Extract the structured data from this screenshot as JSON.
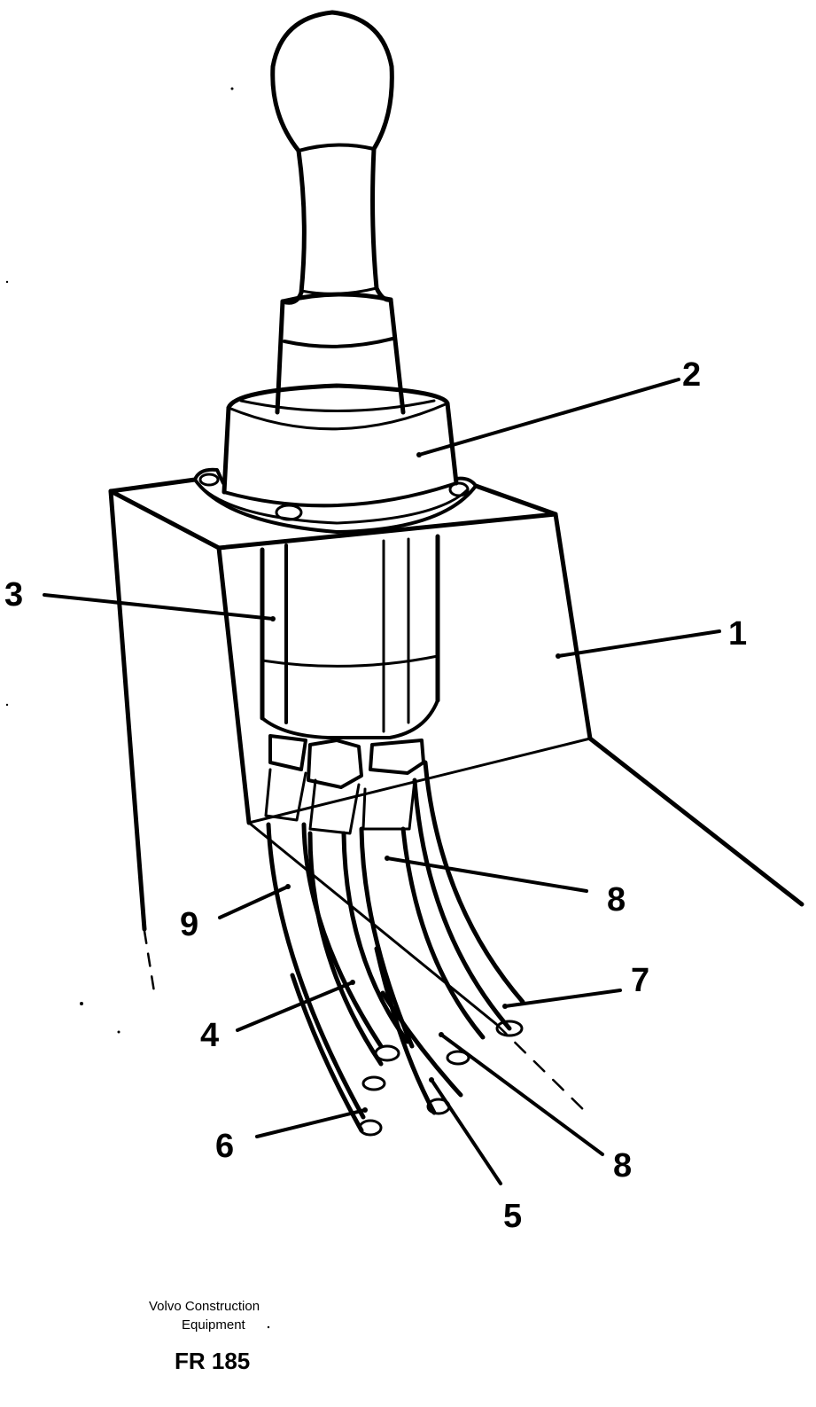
{
  "callouts": [
    "1",
    "2",
    "3",
    "4",
    "5",
    "6",
    "7",
    "8",
    "8",
    "9"
  ],
  "credit": {
    "line1": "Volvo Construction",
    "line2": "Equipment"
  },
  "figure_code": "FR 185"
}
